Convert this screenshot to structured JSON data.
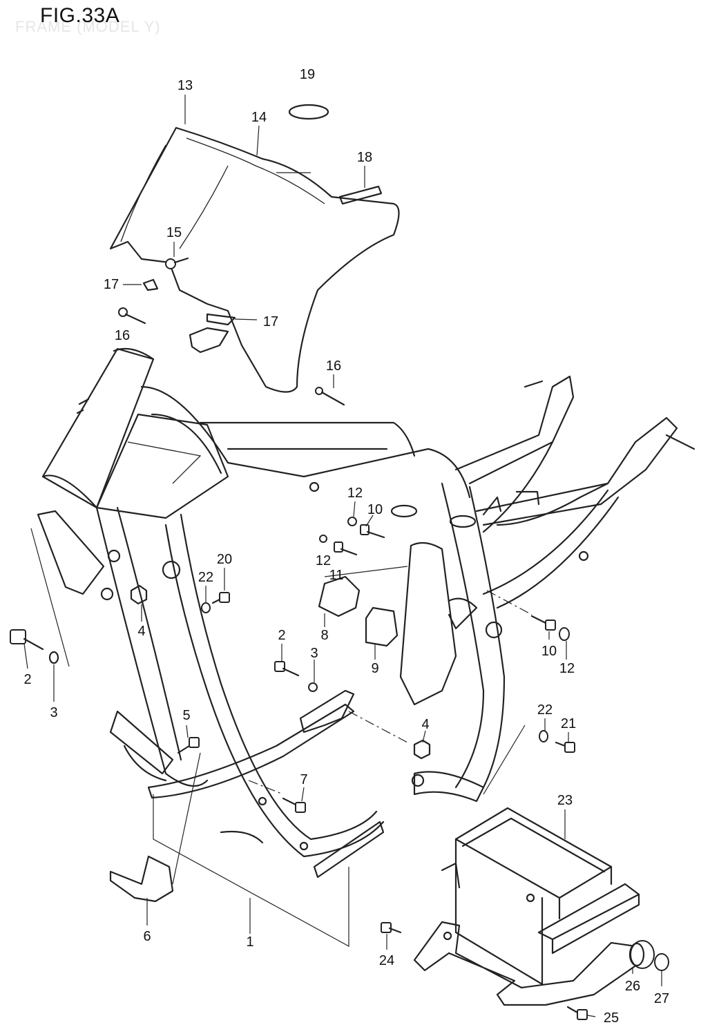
{
  "figure": {
    "title": "FIG.33A",
    "subtitle": "FRAME (MODEL Y)"
  },
  "callouts": {
    "c1": "1",
    "c2a": "2",
    "c2b": "2",
    "c3a": "3",
    "c3b": "3",
    "c4a": "4",
    "c4b": "4",
    "c5": "5",
    "c6": "6",
    "c7": "7",
    "c8": "8",
    "c9": "9",
    "c10a": "10",
    "c10b": "10",
    "c11": "11",
    "c12a": "12",
    "c12b": "12",
    "c12c": "12",
    "c13": "13",
    "c14": "14",
    "c15": "15",
    "c16a": "16",
    "c16b": "16",
    "c17a": "17",
    "c17b": "17",
    "c18": "18",
    "c19": "19",
    "c20": "20",
    "c21": "21",
    "c22a": "22",
    "c22b": "22",
    "c23": "23",
    "c24": "24",
    "c25": "25",
    "c26": "26",
    "c27": "27"
  }
}
